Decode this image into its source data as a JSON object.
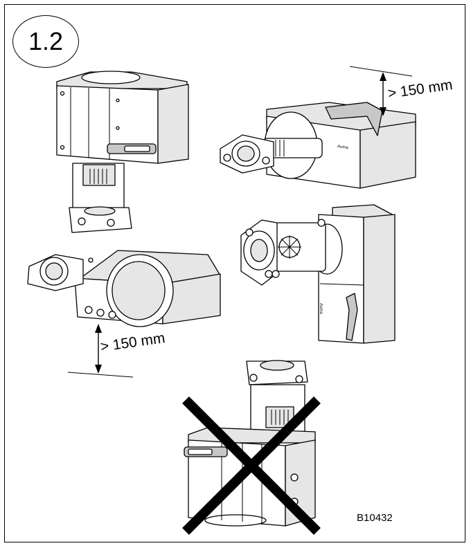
{
  "figure": {
    "step_label": "1.2",
    "clearance_top": "> 150 mm",
    "clearance_bottom": "> 150 mm",
    "reference_code": "B10432"
  },
  "colors": {
    "line": "#000000",
    "fill_light": "#ffffff",
    "fill_shade": "#e6e6e6",
    "fill_dark": "#c8c8c8",
    "cross": "#000000"
  },
  "icons": {
    "forbidden": "cross-mark-icon"
  }
}
